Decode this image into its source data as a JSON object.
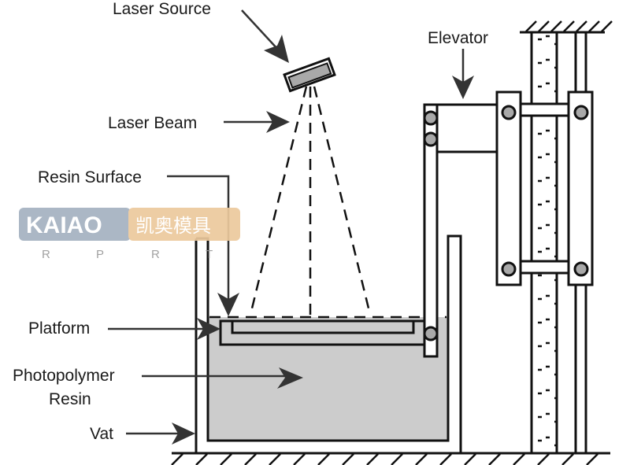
{
  "diagram": {
    "title": "Stereolithography (SLA) process schematic",
    "labels": {
      "laser_source": "Laser Source",
      "elevator": "Elevator",
      "laser_beam": "Laser Beam",
      "resin_surface": "Resin Surface",
      "platform": "Platform",
      "photopolymer_line1": "Photopolymer",
      "photopolymer_line2": "Resin",
      "vat": "Vat"
    },
    "colors": {
      "resin_fill": "#cccccc",
      "laser_body": "#a9a9a9",
      "roller_fill": "#a9a9a9",
      "outline": "#111111",
      "label_arrow": "#333333"
    }
  },
  "watermark": {
    "brand_latin": "KAIAO",
    "brand_cjk": "凯奥模具",
    "subtitle_letters": [
      "R",
      "P",
      "R",
      "T"
    ],
    "colors": {
      "left_panel": "#a4b1c1",
      "right_panel": "#ecc99d"
    }
  }
}
